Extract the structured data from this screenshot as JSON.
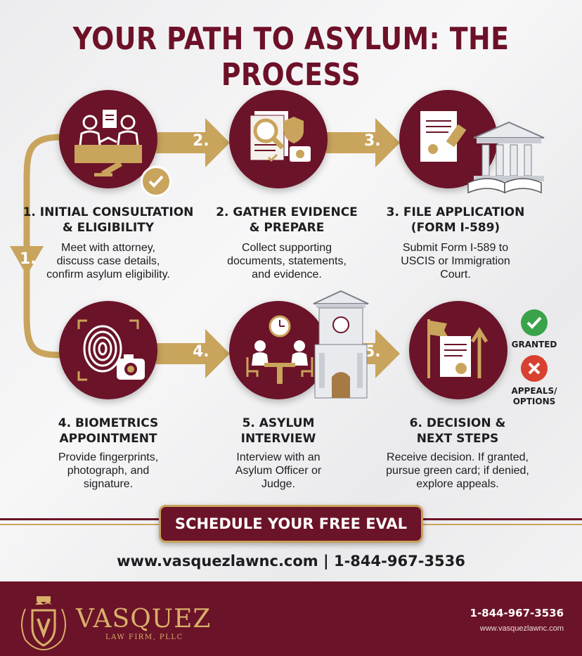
{
  "title": "YOUR PATH TO ASYLUM: THE PROCESS",
  "steps": [
    {
      "number": "1.",
      "title_line1": "1. INITIAL CONSULTATION",
      "title_line2": "& ELIGIBILITY",
      "desc": [
        "Meet with attorney,",
        "discuss case details,",
        "confirm asylum eligibility."
      ]
    },
    {
      "number": "2.",
      "title_line1": "2. GATHER EVIDENCE",
      "title_line2": "& PREPARE",
      "desc": [
        "Collect supporting",
        "documents, statements,",
        "and evidence."
      ]
    },
    {
      "number": "3.",
      "title_line1": "3. FILE APPLICATION",
      "title_line2": "(FORM I-589)",
      "desc": [
        "Submit Form I-589 to",
        "USCIS or Immigration",
        "Court."
      ]
    },
    {
      "number": "4.",
      "title_line1": "4. BIOMETRICS",
      "title_line2": "APPOINTMENT",
      "desc": [
        "Provide fingerprints,",
        "photograph, and",
        "signature."
      ]
    },
    {
      "number": "5.",
      "title_line1": "5. ASYLUM",
      "title_line2": "INTERVIEW",
      "desc": [
        "Interview with an",
        "Asylum Officer or",
        "Judge."
      ]
    },
    {
      "number": "6.",
      "title_line1": "6. DECISION &",
      "title_line2": "NEXT STEPS",
      "desc": [
        "Receive decision. If granted,",
        "pursue green card; if denied,",
        "explore appeals."
      ]
    }
  ],
  "outcomes": {
    "granted": "GRANTED",
    "appeals_line1": "APPEALS/",
    "appeals_line2": "OPTIONS"
  },
  "cta": {
    "label": "SCHEDULE YOUR FREE EVAL"
  },
  "contact_line": "www.vasquezlawnc.com | 1-844-967-3536",
  "footer": {
    "brand": "VASQUEZ",
    "brand_sub": "LAW FIRM, PLLC",
    "phone": "1-844-967-3536",
    "url": "www.vasquezlawnc.com"
  },
  "colors": {
    "maroon": "#6b1328",
    "gold": "#c9a45c",
    "green": "#3aa34a",
    "red": "#d8402f"
  },
  "icons": [
    "consultation-icon",
    "evidence-icon",
    "application-icon",
    "fingerprint-icon",
    "interview-icon",
    "decision-icon",
    "check-icon",
    "x-icon",
    "courthouse-icon"
  ]
}
